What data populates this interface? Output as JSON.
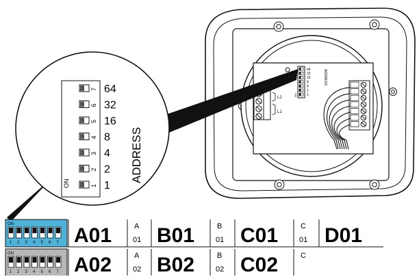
{
  "zoom_panel": {
    "on_label": "ON",
    "address_label": "ADDRESS",
    "switch_positions": [
      "1",
      "2",
      "3",
      "4",
      "5",
      "6",
      "7"
    ],
    "switch_values": [
      "1",
      "2",
      "4",
      "8",
      "16",
      "32",
      "64"
    ]
  },
  "device": {
    "pcb_values": [
      "64",
      "32",
      "16",
      "8",
      "4",
      "2",
      "1"
    ],
    "pcb_address_label": "ADDRESS",
    "pcb_on_label": "ON",
    "terminal_l2": "L2",
    "terminal_l1": "L1"
  },
  "address_table": {
    "rows": [
      {
        "dip_on_label": "ON",
        "dip_numbers": [
          "1",
          "2",
          "3",
          "4",
          "5",
          "6",
          "7"
        ],
        "cells": [
          {
            "code": "A01",
            "letter": "A",
            "number": "01"
          },
          {
            "code": "B01",
            "letter": "B",
            "number": "01"
          },
          {
            "code": "C01",
            "letter": "C",
            "number": "01"
          },
          {
            "code": "D01"
          }
        ]
      },
      {
        "dip_on_label": "ON",
        "dip_numbers": [
          "1",
          "2",
          "3",
          "4",
          "5",
          "6",
          "7"
        ],
        "cells": [
          {
            "code": "A02",
            "letter": "A",
            "number": "02"
          },
          {
            "code": "B02",
            "letter": "B",
            "number": "02"
          },
          {
            "code": "C02",
            "letter": "C",
            "number": ""
          }
        ]
      }
    ]
  },
  "colors": {
    "row1_bg": "#4fb3d9",
    "row2_bg": "#b8b8b8",
    "line": "#111111"
  }
}
